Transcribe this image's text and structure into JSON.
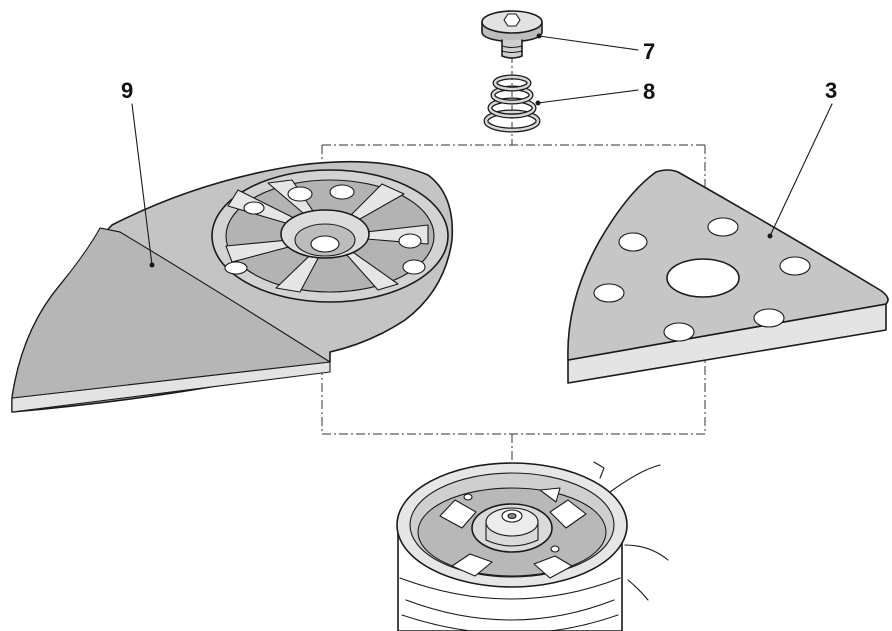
{
  "callouts": {
    "part_7": "7",
    "part_8": "8",
    "part_9": "9",
    "part_3": "3"
  },
  "colors": {
    "part_fill": "#c8c8c8",
    "part_light": "#e4e4e4",
    "part_dark": "#9a9a9a",
    "outline": "#1a1a1a",
    "background": "#ffffff"
  }
}
